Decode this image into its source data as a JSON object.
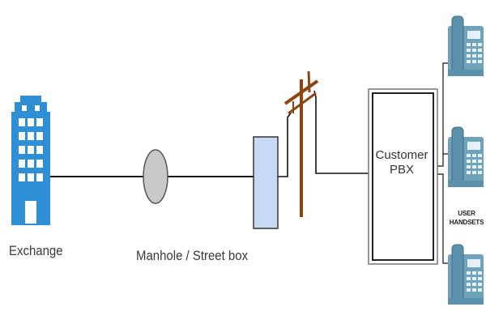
{
  "nodes": {
    "exchange": {
      "label": "Exchange"
    },
    "manhole": {
      "label": "Manhole / Street box"
    },
    "pbx": {
      "line1": "Customer",
      "line2": "PBX"
    },
    "handsets": {
      "line1": "USER",
      "line2": "HANDSETS"
    }
  },
  "icons": {
    "exchange": "office-building-icon",
    "street_box": "street-cabinet-icon",
    "pole": "telephone-pole-icon",
    "handset": "desk-phone-icon"
  },
  "colors": {
    "building": "#2f8fd6",
    "manhole_fill": "#c8c8c8",
    "cabinet_fill": "#c6daf6",
    "pole": "#8b4513",
    "handset": "#6fa3bb",
    "line": "#111111"
  }
}
